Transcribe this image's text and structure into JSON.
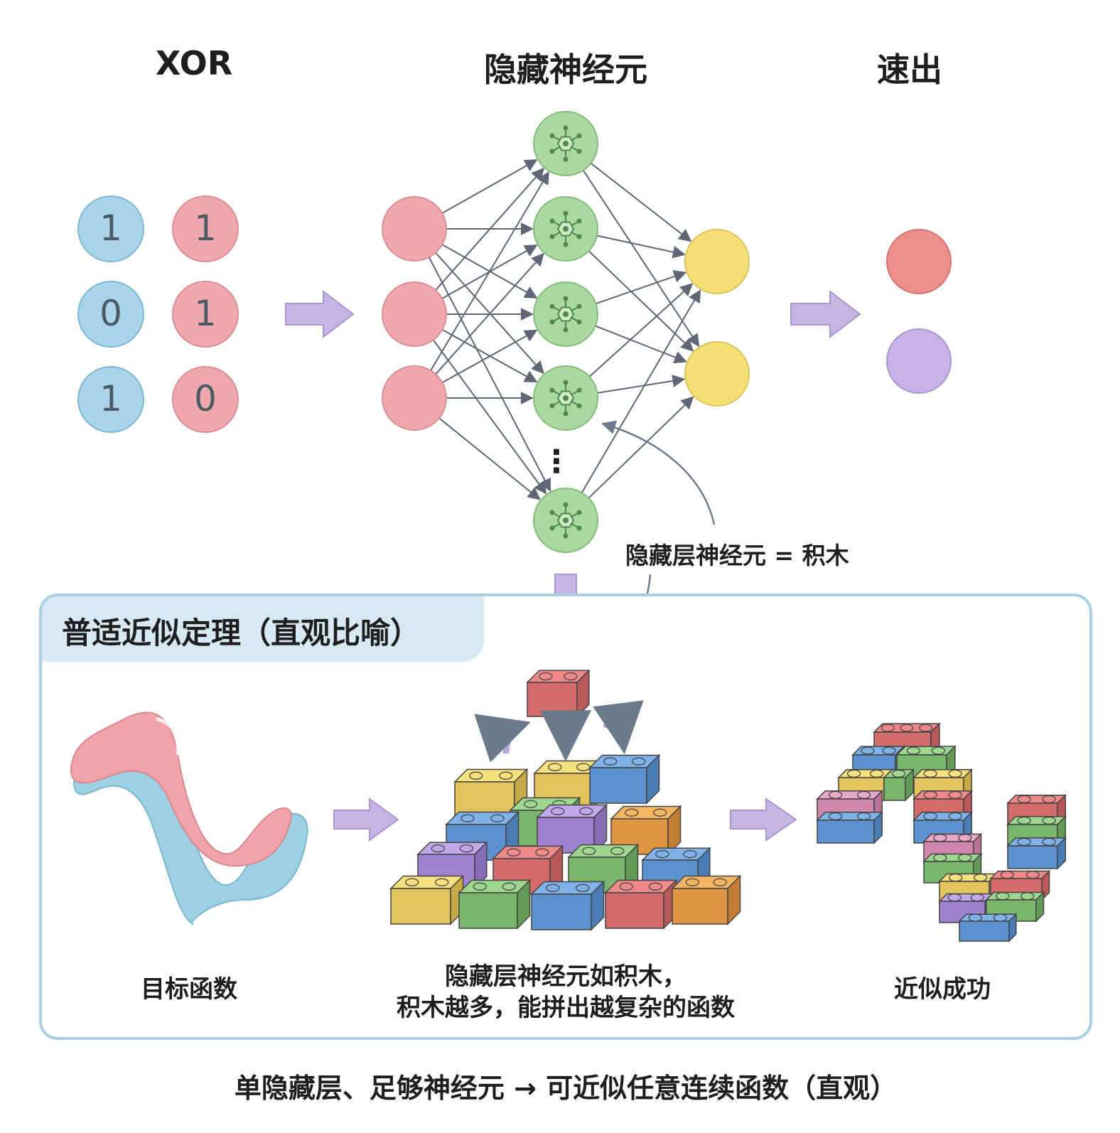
{
  "titles": {
    "left": "XOR",
    "middle": "隐藏神经元",
    "right": "速出"
  },
  "xor_inputs": {
    "blue": [
      "1",
      "0",
      "1"
    ],
    "red_pink": [
      "1",
      "1",
      "0"
    ]
  },
  "hidden_ellipsis": "⋮",
  "annotation": "隐藏层神经元 = 积木",
  "panel": {
    "title": "普适近似定理（直观比喻）",
    "captions": {
      "target": "目标函数",
      "blocks_line1": "隐藏层神经元如积木，",
      "blocks_line2": "积木越多，能拼出越复杂的函数",
      "success": "近似成功"
    }
  },
  "footer": "单隐藏层、足够神经元 → 可近似任意连续函数（直观）",
  "colors": {
    "blue_node": "#a9d4ea",
    "red_node": "#efa8ad",
    "green_node": "#a9d9a0",
    "yellow_node": "#f7df78",
    "purple_node": "#c7b3e6",
    "arrow": "#c6b5e3",
    "edge": "#5f6675",
    "panel_border": "#a9cfe2"
  }
}
